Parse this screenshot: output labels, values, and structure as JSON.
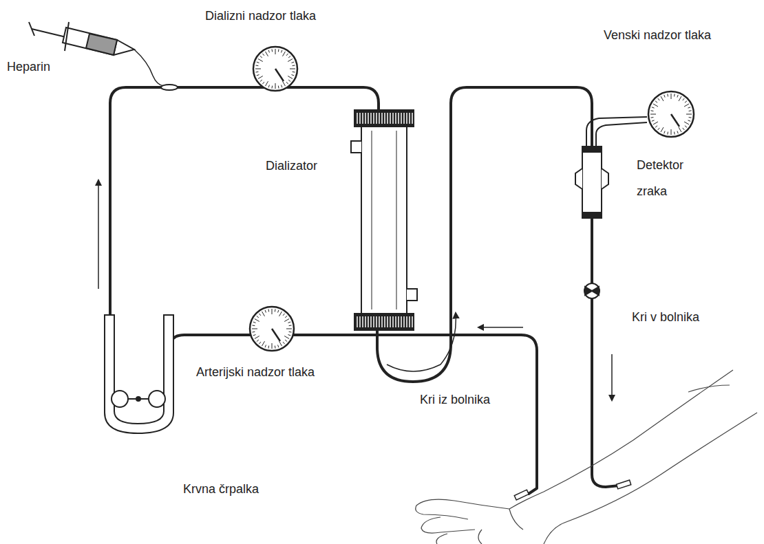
{
  "diagram": {
    "labels": [
      "Dializni nadzor tlaka",
      "Venski nadzor tlaka",
      "Heparin",
      "Dializator",
      "Detektor zraka",
      "Kri v bolnika",
      "Arterijski nadzor tlaka",
      "Kri iz bolnika",
      "Krvna črpalka"
    ]
  }
}
